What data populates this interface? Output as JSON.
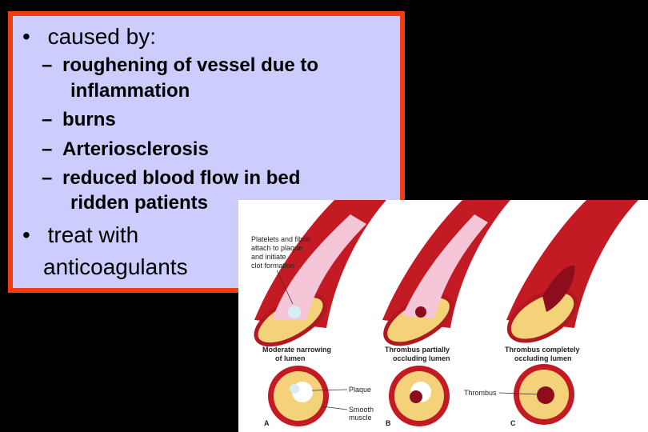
{
  "bullets": [
    {
      "text": "caused by:",
      "marker": "•"
    },
    {
      "text": "treat with",
      "text2": "anticoagulants",
      "marker": "•"
    }
  ],
  "subitems": [
    {
      "marker": "–",
      "line1": "roughening of vessel due to",
      "line2": "inflammation"
    },
    {
      "marker": "–",
      "line1": "burns"
    },
    {
      "marker": "–",
      "line1": "Arteriosclerosis"
    },
    {
      "marker": "–",
      "line1": "reduced blood flow in bed",
      "line2": "ridden patients"
    }
  ],
  "figure": {
    "annotation": [
      "Platelets and fibrin",
      "attach to plaque",
      "and initiate",
      "clot formation"
    ],
    "captions": [
      [
        "Moderate narrowing",
        "of lumen"
      ],
      [
        "Thrombus partially",
        "occluding lumen"
      ],
      [
        "Thrombus completely",
        "occluding lumen"
      ]
    ],
    "labels": {
      "plaque": "Plaque",
      "smooth_muscle": [
        "Smooth",
        "muscle"
      ],
      "thrombus": "Thrombus"
    },
    "panel_letters": [
      "A",
      "B",
      "C"
    ],
    "colors": {
      "vessel": "#c41a24",
      "wall": "#f3d27a",
      "lumen": "#f4c6d8",
      "clot": "#8e0d1c"
    }
  }
}
